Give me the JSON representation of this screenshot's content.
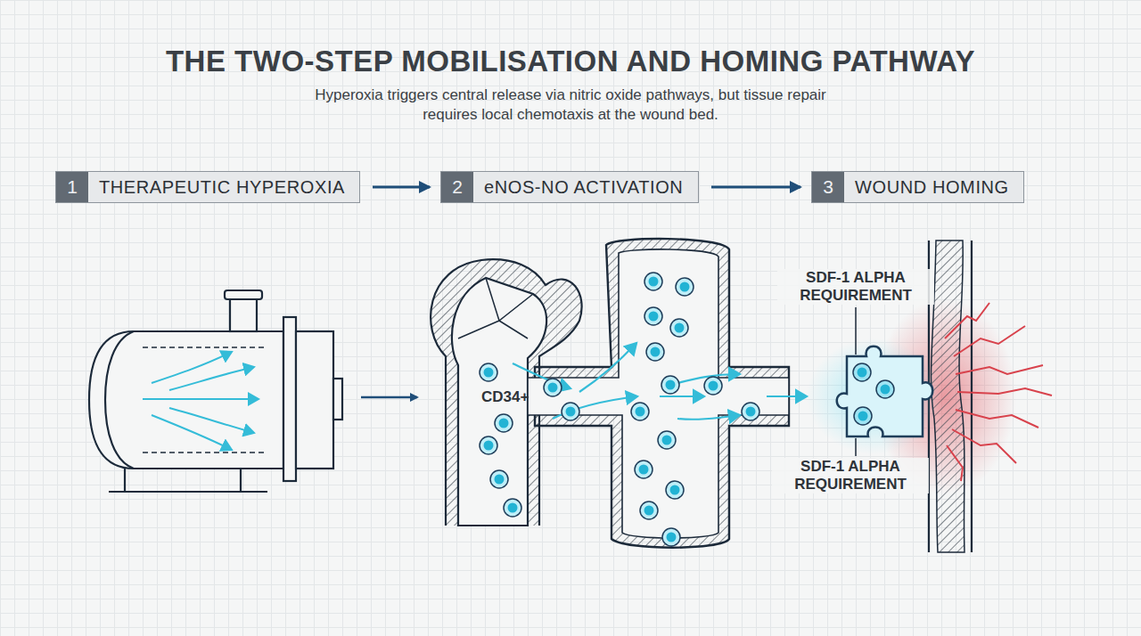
{
  "diagram": {
    "title": "THE TWO-STEP MOBILISATION AND HOMING PATHWAY",
    "caption": "Hyperoxia triggers central release via nitric oxide pathways, but tissue repair requires local chemotaxis at the wound bed.",
    "nodes": [
      {
        "text": [
          "1",
          "THERAPEUTIC HYPEROXIA"
        ]
      },
      {
        "text": [
          "2",
          "eNOS-NO ACTIVATION"
        ]
      },
      {
        "text": [
          "3",
          "WOUND HOMING"
        ]
      }
    ],
    "edges": [
      {
        "from": 0,
        "to": 1,
        "arrow": "to"
      },
      {
        "from": 1,
        "to": 2,
        "arrow": "to"
      }
    ],
    "labels": [
      "CD34+",
      "SDF-1 ALPHA REQUIREMENT",
      "SDF-1 ALPHA REQUIREMENT"
    ]
  }
}
